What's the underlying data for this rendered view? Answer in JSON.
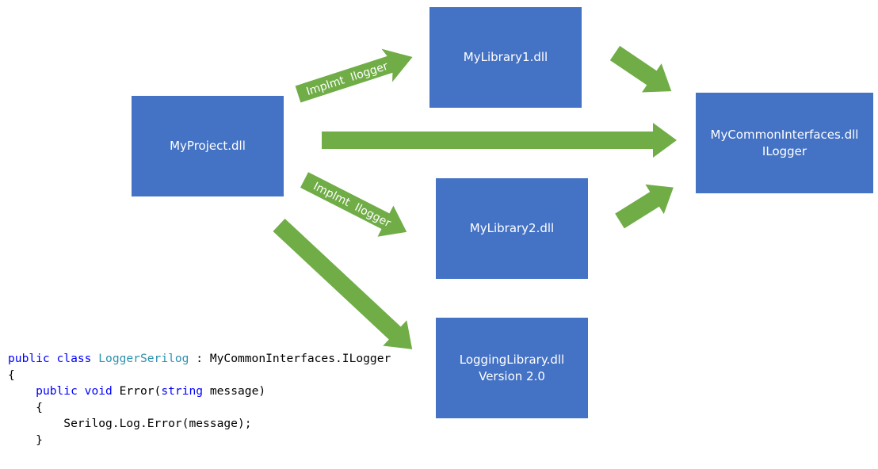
{
  "colors": {
    "box_fill": "#4472c4",
    "arrow_fill": "#70ad47",
    "box_text": "#ffffff",
    "code_keyword": "#0000ff",
    "code_type": "#2b91af",
    "code_text": "#000000"
  },
  "boxes": {
    "project": {
      "line1": "MyProject.dll"
    },
    "lib1": {
      "line1": "MyLibrary1.dll"
    },
    "common": {
      "line1": "MyCommonInterfaces.dll",
      "line2": "ILogger"
    },
    "lib2": {
      "line1": "MyLibrary2.dll"
    },
    "logging": {
      "line1": "LoggingLibrary.dll",
      "line2": "Version 2.0"
    }
  },
  "arrow_labels": {
    "to_lib1": "Implmt  Ilogger",
    "to_lib2": "Implmt  Ilogger"
  },
  "code": {
    "l1_kw1": "public",
    "l1_kw2": "class",
    "l1_type": "LoggerSerilog",
    "l1_rest": " : MyCommonInterfaces.ILogger",
    "l2": "{",
    "l3_kw1": "public",
    "l3_kw2": "void",
    "l3_mid": " Error(",
    "l3_kw3": "string",
    "l3_end": " message)",
    "l4": "{",
    "l5": "Serilog.Log.Error(message);",
    "l6": "}"
  }
}
